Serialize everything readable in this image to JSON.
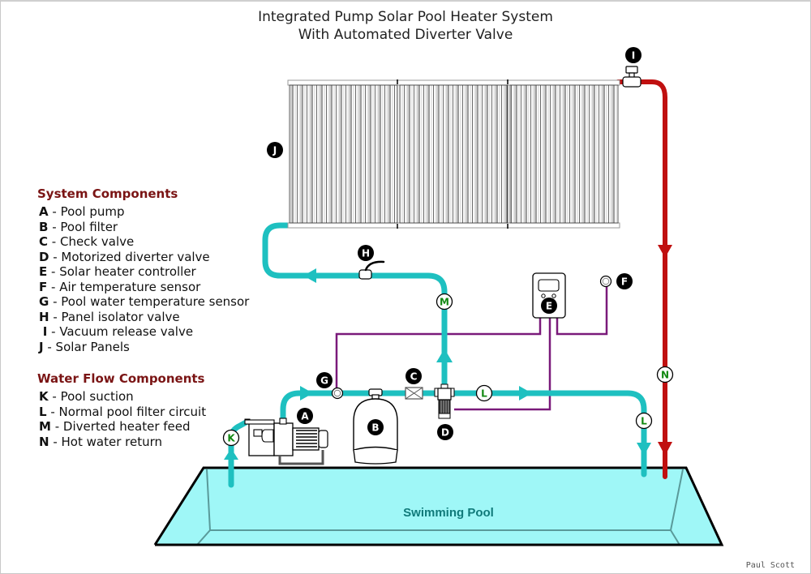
{
  "title": {
    "line1": "Integrated Pump Solar Pool Heater System",
    "line2": "With Automated Diverter Valve"
  },
  "system_components": {
    "heading": "System Components",
    "items": [
      {
        "key": "A",
        "label": "Pool pump"
      },
      {
        "key": "B",
        "label": "Pool filter"
      },
      {
        "key": "C",
        "label": "Check valve"
      },
      {
        "key": "D",
        "label": "Motorized diverter valve"
      },
      {
        "key": "E",
        "label": "Solar heater controller"
      },
      {
        "key": "F",
        "label": "Air temperature sensor"
      },
      {
        "key": "G",
        "label": "Pool water temperature sensor"
      },
      {
        "key": "H",
        "label": "Panel isolator valve"
      },
      {
        "key": "I",
        "label": "Vacuum release valve"
      },
      {
        "key": "J",
        "label": "Solar Panels"
      }
    ]
  },
  "water_flow_components": {
    "heading": "Water Flow Components",
    "items": [
      {
        "key": "K",
        "label": "Pool suction"
      },
      {
        "key": "L",
        "label": "Normal pool filter circuit"
      },
      {
        "key": "M",
        "label": "Diverted heater feed"
      },
      {
        "key": "N",
        "label": "Hot water return"
      }
    ]
  },
  "diagram": {
    "pool_label": "Swimming Pool",
    "badges": {
      "A": "A",
      "B": "B",
      "C": "C",
      "D": "D",
      "E": "E",
      "F": "F",
      "G": "G",
      "H": "H",
      "I": "I",
      "J": "J"
    },
    "flow_markers": {
      "K": "K",
      "L": "L",
      "M": "M",
      "N": "N"
    },
    "colors": {
      "cold_pipe": "#1ec0c0",
      "hot_pipe": "#c01010",
      "wiring": "#7a1a7a",
      "pool_water": "#9ff7f7",
      "pool_edge": "#5a9a9a",
      "heading": "#7a1414",
      "flow_marker_text": "#118811"
    }
  },
  "credit": "Paul Scott"
}
